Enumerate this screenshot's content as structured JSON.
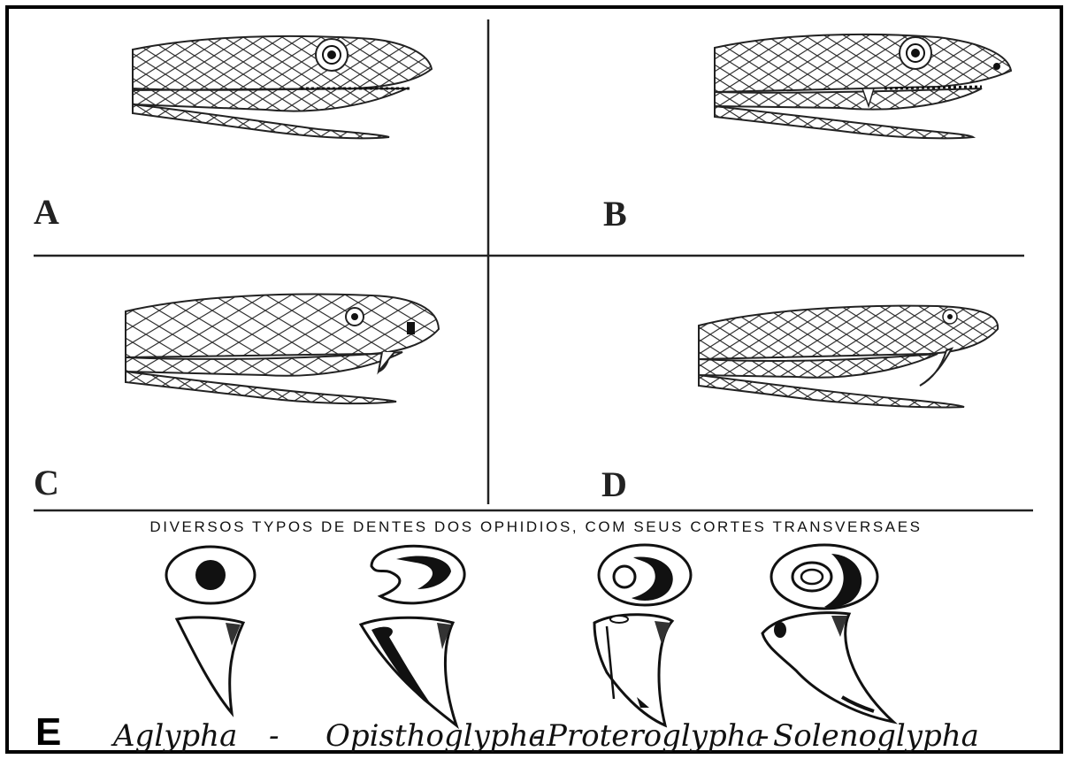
{
  "panels": {
    "a": {
      "label": "A"
    },
    "b": {
      "label": "B"
    },
    "c": {
      "label": "C"
    },
    "d": {
      "label": "D"
    },
    "e": {
      "label": "E"
    }
  },
  "caption": "DIVERSOS TYPOS DE DENTES DOS OPHIDIOS, COM SEUS CORTES TRANSVERSAES",
  "tooth_types": [
    {
      "name": "Aglypha"
    },
    {
      "name": "Opisthoglypha"
    },
    {
      "name": "Proteroglypha"
    },
    {
      "name": "Solenoglypha"
    }
  ],
  "separator": "-"
}
